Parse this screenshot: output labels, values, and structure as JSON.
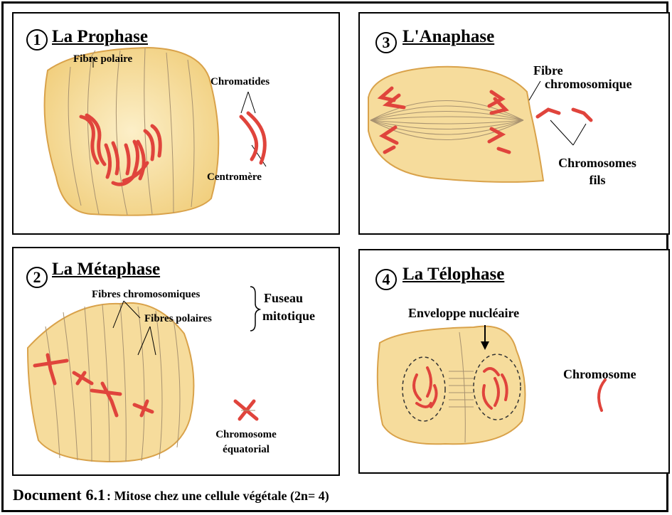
{
  "panels": {
    "prophase": {
      "number": "1",
      "title": "La Prophase",
      "labels": {
        "fibre_polaire": "Fibre polaire",
        "chromatides": "Chromatides",
        "centromere": "Centromère"
      }
    },
    "metaphase": {
      "number": "2",
      "title": "La Métaphase",
      "labels": {
        "fibres_chromosomiques": "Fibres chromosomiques",
        "fibres_polaires": "Fibres polaires",
        "fuseau_line1": "Fuseau",
        "fuseau_line2": "mitotique",
        "chromosome_line1": "Chromosome",
        "chromosome_line2": "équatorial"
      }
    },
    "anaphase": {
      "number": "3",
      "title": "L'Anaphase",
      "labels": {
        "fibre_line1": "Fibre",
        "fibre_line2": "chromosomique",
        "fils_line1": "Chromosomes",
        "fils_line2": "fils"
      }
    },
    "telophase": {
      "number": "4",
      "title": "La Télophase",
      "labels": {
        "enveloppe": "Enveloppe nucléaire",
        "chromosome": "Chromosome"
      }
    }
  },
  "caption": {
    "document_word": "Document",
    "document_number": "6.1",
    "text": ": Mitose chez une cellule végétale (2n= 4)"
  },
  "colors": {
    "cell_fill": "#f6dc9c",
    "cell_edge": "#d9a24a",
    "chromosome": "#e0443c",
    "fiber": "#a89270"
  }
}
